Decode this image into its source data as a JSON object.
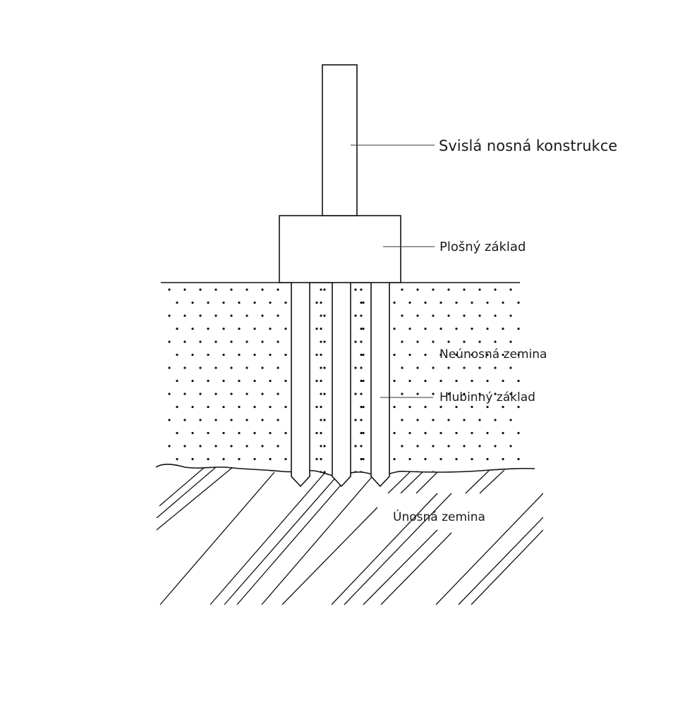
{
  "labels": {
    "column": "Svislá nosná konstrukce",
    "footing": "Plošný základ",
    "weak_soil": "Neúnosná zemina",
    "piles": "Hlubinný základ",
    "bearing_soil": "Únosná zemina"
  },
  "colors": {
    "line": "#111111",
    "background": "#ffffff",
    "text": "#1a1a1a"
  }
}
